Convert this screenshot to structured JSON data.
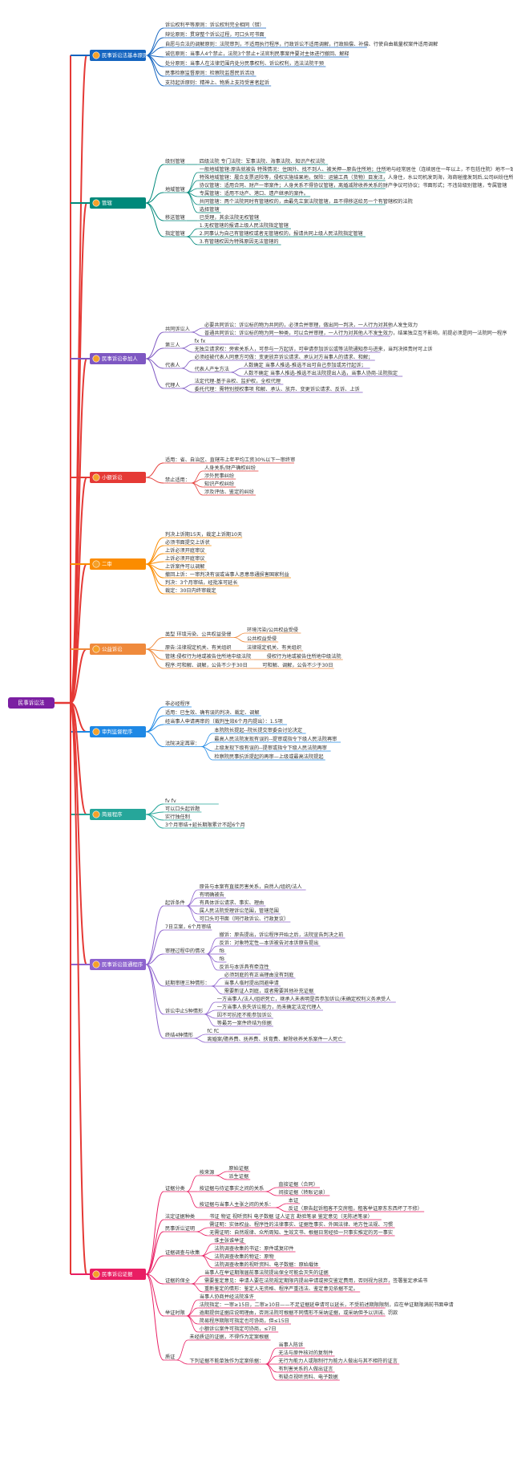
{
  "root": {
    "label": "民事诉讼法",
    "color": "#7b1fa2"
  },
  "branches": [
    {
      "label": "民事诉讼法基本原则",
      "color": "#1565c0",
      "icon": "emoji-icon",
      "children": [
        {
          "text": "诉讼权利平等原则：诉讼权利完全相同（错）"
        },
        {
          "text": "辩论原则：贯穿整个诉讼过程，可口头可书面"
        },
        {
          "text": "自愿与合法的调解原则：法院审判，不适用执行程序，行政诉讼不适用调解，行政赔偿、补偿、行使自由裁量权案件适用调解"
        },
        {
          "text": "诚信原则：当事人4个禁止，法院3个禁止+法官利民事案件要对主体进行撤回、解释"
        },
        {
          "text": "处分原则：当事人在法律范围内处分民事权利、诉讼权利，违法法院干预"
        },
        {
          "text": "民事检察监督原则：检察院监督民诉活动"
        },
        {
          "text": "支持起诉原则：精神上、物质上支持受害者起诉"
        }
      ]
    },
    {
      "label": "管辖",
      "color": "#00897b",
      "icon": "emoji-icon",
      "children": [
        {
          "text": "级别管辖",
          "children": [
            {
              "text": "四级法院 专门法院：军事法院、海事法院、知识产权法院"
            }
          ]
        },
        {
          "text": "地域管辖",
          "children": [
            {
              "text": "一般地域管辖:原告就被告 特殊情况：住国外、找不到人、被关押—原告住所地；住所地与经常居住（连续居住一年以上，不包括住院）地不一致—经常居住地"
            },
            {
              "text": "特殊地域管辖：履合支票运险等，侵权实施结果地，保险：运输工具（货物）目发汪，人身住，水公司机发到海，海商碰撞发到后,公司纠纷住所地"
            },
            {
              "text": "协议管辖：适用合同、财产一审案件；人身关系不得协议管辖，离婚减除收养关系的财产争议可协议；书面形式；不违背级别管辖，专属管辖"
            },
            {
              "text": "专属管辖：适用不动产、港口、遗产继承的案件。"
            },
            {
              "text": "共同管辖：两个法院同时有管辖权的，由最先立案法院管辖，且不得移送给另一个有管辖权的法院"
            },
            {
              "text": "选择管辖"
            }
          ]
        },
        {
          "text": "移送管辖",
          "children": [
            {
              "text": "已受理，其余法院无权管辖"
            }
          ]
        },
        {
          "text": "指定管辖",
          "children": [
            {
              "text": "1.无权管辖的报请上级人民法院指定管辖"
            },
            {
              "text": "2.同事认为自己有管辖权或者无管辖权的，报请共同上级人民法院指定管辖"
            },
            {
              "text": "3.有管辖权因为特殊原因无法管辖的"
            }
          ]
        }
      ]
    },
    {
      "label": "民事诉讼参加人",
      "color": "#7e57c2",
      "icon": "emoji-icon",
      "children": [
        {
          "text": "共同诉讼人",
          "children": [
            {
              "text": "必要共同诉讼：诉讼标的物为共同的，必须合并审理，做出同一判决，一人行为对其他人发生效力"
            },
            {
              "text": "普通共同诉讼：诉讼标的物为同一种类，可以合并审理，一人行为对其他人不发生效力，结果独立互不影响，前提必须是同一法院同一程序"
            }
          ]
        },
        {
          "text": "第三人",
          "children": [
            {
              "text": "fx            fx"
            },
            {
              "text": "无独立请求权：旁索关系人，可参与一方起诉，可申请参加诉讼或等法院通知参与进来，当判决担责时可上诉"
            }
          ]
        },
        {
          "text": "代表人",
          "children": [
            {
              "text": "必须经被代表人同意方可做：变更放弃诉讼请求、承认对方当事人的请求、和解；"
            },
            {
              "text": "代表人产生方法",
              "children": [
                {
                  "text": "人数确定 当事人推选-推选不出可自己参加或另行起诉；"
                },
                {
                  "text": "人数不确定 当事人推选-推选不出法院提出人选，当事人协商-法院指定"
                }
              ]
            }
          ]
        },
        {
          "text": "代理人",
          "children": [
            {
              "text": "法定代理-基于亲权、监护权，全权代理"
            },
            {
              "text": "委托代理：需特别授权事项 和解、承认、放弃、变更诉讼请求、反诉、上诉"
            }
          ]
        }
      ]
    },
    {
      "label": "小额诉讼",
      "color": "#e53935",
      "icon": "emoji-icon",
      "children": [
        {
          "text": "适用：省、自治区、直辖市上年平均工资30%以下一审终审"
        },
        {
          "text": "禁止适用：",
          "children": [
            {
              "text": "人身关系/财产确权纠纷"
            },
            {
              "text": "涉外民事纠纷"
            },
            {
              "text": "知识产权纠纷"
            },
            {
              "text": "涉及评估、鉴定的纠纷"
            }
          ]
        }
      ]
    },
    {
      "label": "二审",
      "color": "#fb8c00",
      "icon": "emoji-icon",
      "children": [
        {
          "text": "判决上诉期15天，裁定上诉期10天"
        },
        {
          "text": "必须书面提交上诉状"
        },
        {
          "text": "上诉必须开庭审议"
        },
        {
          "text": "上诉必须开庭审议"
        },
        {
          "text": "上诉案件可以调解"
        },
        {
          "text": "撤回上诉：一审判决有误或当事人恶意串通损害国家利益"
        },
        {
          "text": "判决：3个月审结，经批准可延长"
        },
        {
          "text": "裁定：30日内终审裁定"
        }
      ]
    },
    {
      "label": "公益诉讼",
      "color": "#ef8a3c",
      "icon": "emoji-icon",
      "children": [
        {
          "text": "类型 环境污染、公共权益受侵",
          "children": [
            {
              "text": "环境污染/公共权益受侵"
            },
            {
              "text": "公共权益受侵"
            }
          ]
        },
        {
          "text": "原告:法律规定机关、有关组织",
          "children": [
            {
              "text": "法律规定机关、有关组织"
            }
          ]
        },
        {
          "text": "管辖:侵权行为地或被告住所地中级法院",
          "children": [
            {
              "text": "侵权行为地或被告住所地中级法院"
            }
          ]
        },
        {
          "text": "程序:可和解、调解，公告不少于30日",
          "children": [
            {
              "text": "可和解、调解，公告不少于30日"
            }
          ]
        }
      ]
    },
    {
      "label": "审判监督程序",
      "color": "#1e88e5",
      "icon": "emoji-icon",
      "children": [
        {
          "text": "非必经程序"
        },
        {
          "text": "适用：已生效、确有误的判决、裁定、调解"
        },
        {
          "text": "经当事人申请再审的（裁判生效6个月内提出）：1.5项"
        },
        {
          "text": "法院决定再审：",
          "children": [
            {
              "text": "本院院长提起--院长提交审委会讨论决定"
            },
            {
              "text": "最高人民法院发现有误的--提审或指令下级人民法院再审"
            },
            {
              "text": "上级发现下级有误的--提审或指令下级人民法院再审"
            },
            {
              "text": "检察院民事抗诉提起的再审—上级或最高法院提起"
            }
          ]
        }
      ]
    },
    {
      "label": "简易程序",
      "color": "#26a69a",
      "icon": "emoji-icon",
      "children": [
        {
          "text": "fv               fv"
        },
        {
          "text": "可以口头起诉题"
        },
        {
          "text": "实行独任制"
        },
        {
          "text": "3个月审结+延长期限累计不超6个月"
        }
      ]
    },
    {
      "label": "民事诉讼普通程序",
      "color": "#8e63ce",
      "icon": "emoji-icon",
      "children": [
        {
          "text": "起诉条件",
          "children": [
            {
              "text": "原告与本案有直接厉害关系，自然人/组织/法人"
            },
            {
              "text": "有明确被告"
            },
            {
              "text": "有具体诉讼请求、事实、理由"
            },
            {
              "text": "属人民法院受理诉讼范围，管辖范围"
            },
            {
              "text": "可口头可书面（同行政诉讼、行政复议）"
            }
          ]
        },
        {
          "text": "7日立案，6个月审结"
        },
        {
          "text": "审理过程中的情况",
          "children": [
            {
              "text": "撤诉：原告提出，诉讼程序开始之后，法院宣告判决之前"
            },
            {
              "text": "反诉：对象特定性—本诉被告对本诉原告提出"
            },
            {
              "text": "fB"
            },
            {
              "text": "fB"
            },
            {
              "text": "反诉与本诉具有牵连性"
            }
          ]
        },
        {
          "text": "延期审理三种情形：",
          "children": [
            {
              "text": "必须到庭的有正当理由没有到庭"
            },
            {
              "text": "当事人临时提出回避申请"
            },
            {
              "text": "需要新证人到庭，或者需要其他补充证据"
            }
          ]
        },
        {
          "text": "诉讼中止5种情形",
          "children": [
            {
              "text": "一方当事人/法人/组织死亡，继承人未表明是否参加诉讼/未确定权利义务承受人"
            },
            {
              "text": "一方当事人丧失诉讼能力，尚未确定法定代理人"
            },
            {
              "text": "因不可抗拒不能参加诉讼"
            },
            {
              "text": "等最另一案件终结为依据"
            }
          ]
        },
        {
          "text": "终结4种情形",
          "children": [
            {
              "text": "fC               fC"
            },
            {
              "text": "离婚案/赡养费、抚养费、扶育费、解除收养关系案件一人死亡"
            }
          ]
        }
      ]
    },
    {
      "label": "民事诉讼证据",
      "color": "#e91e63",
      "icon": "emoji-icon",
      "children": [
        {
          "text": "证据分类",
          "children": [
            {
              "text": "按来源",
              "children": [
                {
                  "text": "原始证据"
                },
                {
                  "text": "派生证据"
                }
              ]
            },
            {
              "text": "按证据与待证事实之间的关系",
              "children": [
                {
                  "text": "直接证据（合同）"
                },
                {
                  "text": "间接证据（转账记录）"
                }
              ]
            },
            {
              "text": "按证据与当事人主张之间的关系：",
              "children": [
                {
                  "text": "本证"
                },
                {
                  "text": "反证（原告起诉租客不交房租，租客举证原东东西坏了不修）"
                }
              ]
            }
          ]
        },
        {
          "text": "法定证据种类",
          "children": [
            {
              "text": "书证 物证 视听资料 电子数据 证人证言 勘验笔录 鉴定意见（无陈述笔录）"
            }
          ]
        },
        {
          "text": "民事诉讼证明",
          "children": [
            {
              "text": "需证明：实体权益、程序性的法律事实、证据性事实、外国法律、地方性法规、习惯"
            },
            {
              "text": "无需证明：自然规律、众所周知、生效文书、根据日常经验一只事实推定的另一事实"
            }
          ]
        },
        {
          "text": "证据调查与收集",
          "children": [
            {
              "text": "谁主张谁举证"
            },
            {
              "text": "法院调查收集的书证：原件或复印件"
            },
            {
              "text": "法院调查收集的物证：原物"
            },
            {
              "text": "法院调查收集的视听资料、电子数据：原始载体"
            }
          ]
        },
        {
          "text": "证据的保全",
          "children": [
            {
              "text": "当事人在举证期限届前事法院提出保全可能会灭失的证据"
            },
            {
              "text": "需要鉴定意见：申请人要在法院规定期限内提出申请或预交鉴定费用，否则视为放弃，签署鉴定承诺书"
            },
            {
              "text": "重新鉴定的情形：鉴定人无资格、程序严重违法、鉴定意见依据不足。"
            }
          ]
        },
        {
          "text": "举证时限",
          "children": [
            {
              "text": "当事人协商并经法院准许"
            },
            {
              "text": "法院指定：一审≥15日，二审≥10日——不足证据延申请可以延长，不受前述期限限制，应在举证期限满前书面申请"
            },
            {
              "text": "逾期提供证据应说明理由，否则法院可根据不同情形不采纳证据，或采纳但予以训诫、罚款"
            },
            {
              "text": "简易程序期限可指定也可协商，但≤15日"
            },
            {
              "text": "小额诉讼案件可指定可协商，≤7日"
            }
          ]
        },
        {
          "text": "质证",
          "children": [
            {
              "text": "未经质证的证据，不得作为定案根据"
            },
            {
              "text": "下列证据不能单独作为定案依据：",
              "children": [
                {
                  "text": "当事人陈诉"
                },
                {
                  "text": "无法与原件核对的复制件"
                },
                {
                  "text": "无行为能力人或限制行为能力人做出与其不相符的证言"
                },
                {
                  "text": "有利害关系的人做出证言"
                },
                {
                  "text": "有疑点视听资料、电子数据"
                }
              ]
            }
          ]
        }
      ]
    }
  ]
}
